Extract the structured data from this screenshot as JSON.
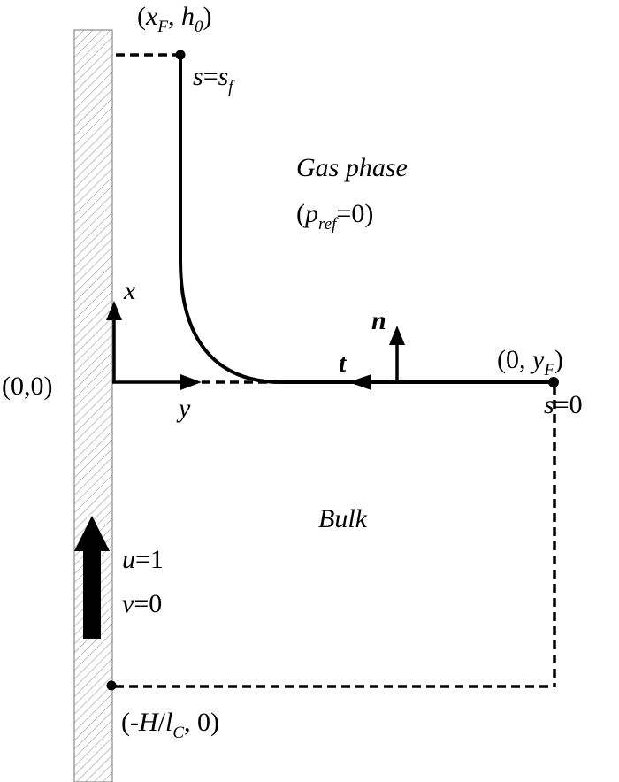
{
  "labels": {
    "top_open": "(",
    "top_x": "x",
    "top_x_sub": "F",
    "top_sep": ", ",
    "top_h": "h",
    "top_h_sub": "0",
    "top_close": ")",
    "s_sf_s": "s",
    "s_sf_eq": "=",
    "s_sf_s2": "s",
    "s_sf_sub": "f",
    "gas_phase": "Gas phase",
    "pref_open": "(",
    "pref_p": "p",
    "pref_sub": "ref",
    "pref_rest": "=0)",
    "axis_x": "x",
    "axis_y": "y",
    "origin": "(0,0)",
    "normal_n": "n",
    "tangent_t": "t",
    "yf_open": "(0, ",
    "yf_y": "y",
    "yf_sub": "F",
    "yf_close": ")",
    "s0_s": "s",
    "s0_rest": "=0",
    "bulk": "Bulk",
    "u_var": "u",
    "u_rest": "=1",
    "v_var": "v",
    "v_rest": "=0",
    "bottom_open": "(-",
    "bottom_H": "H",
    "bottom_slash": "/",
    "bottom_l": "l",
    "bottom_l_sub": "C",
    "bottom_close": ", 0)"
  }
}
